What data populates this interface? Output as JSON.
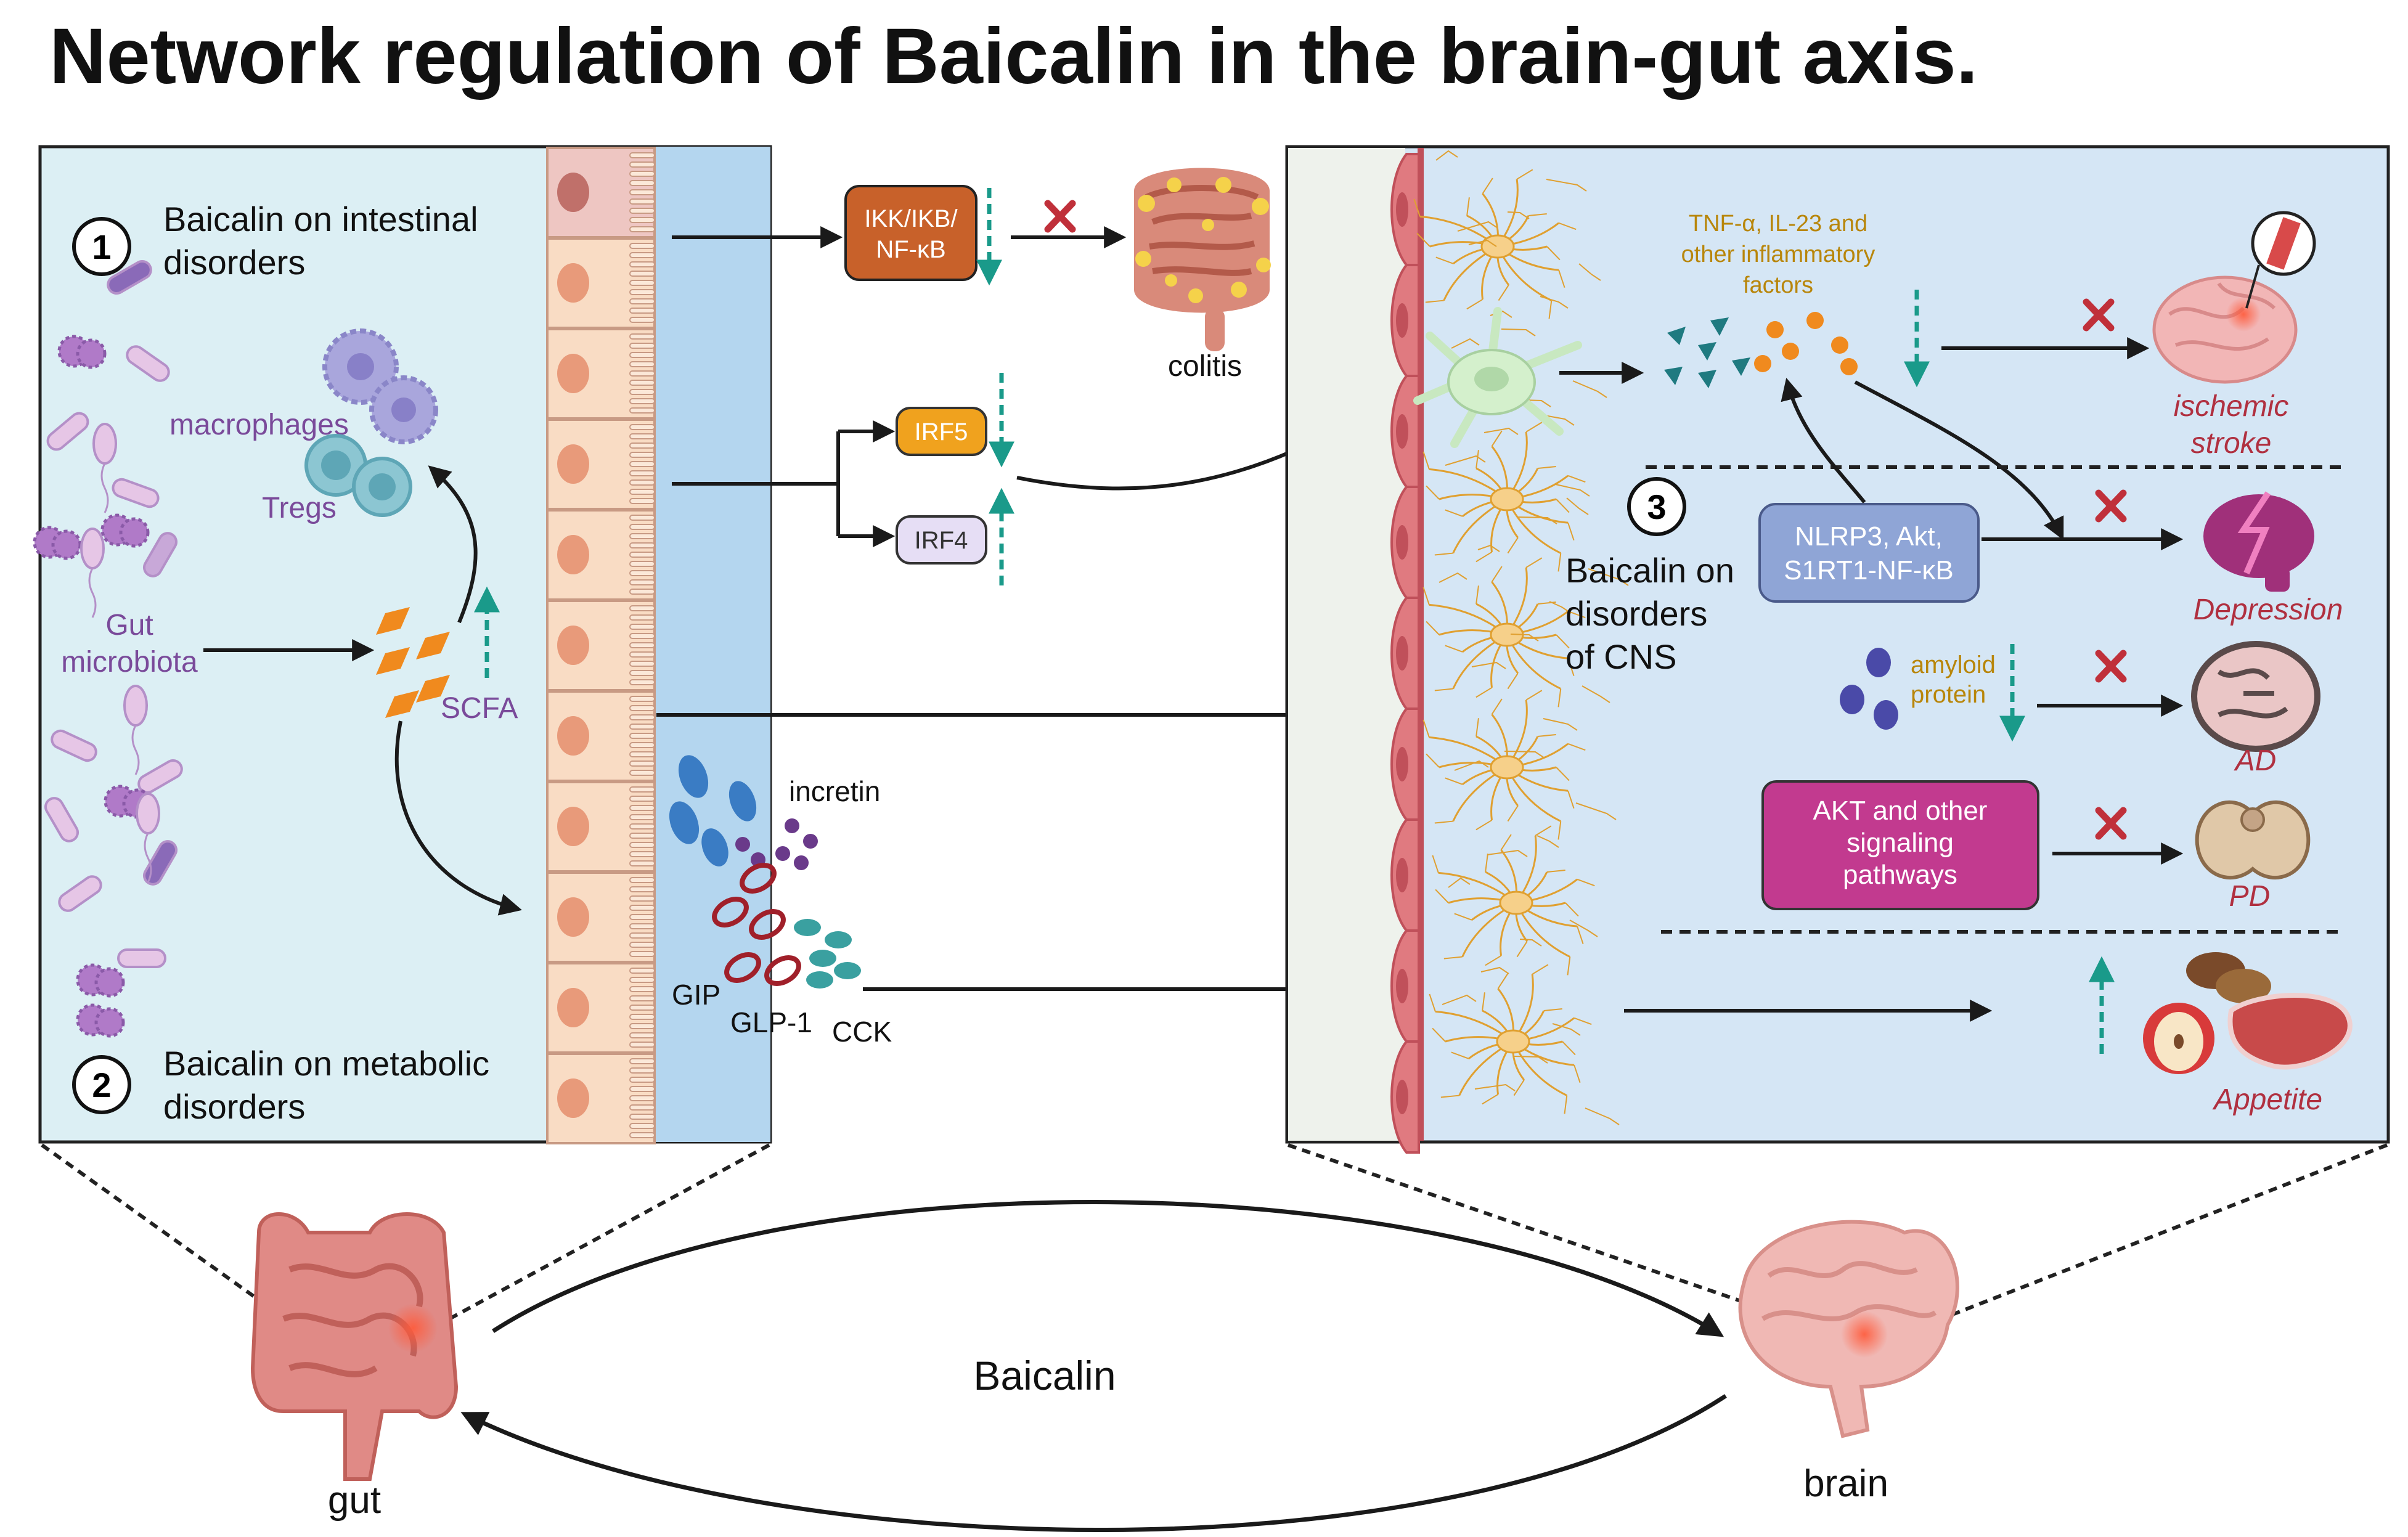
{
  "title": "Network regulation of Baicalin in the brain-gut axis.",
  "gut_panel": {
    "section1_number": "1",
    "section1_line1": "Baicalin on intestinal",
    "section1_line2": "disorders",
    "section2_number": "2",
    "section2_line1": "Baicalin on metabolic",
    "section2_line2": "disorders",
    "macrophages": "macrophages",
    "tregs": "Tregs",
    "gut_microbiota_line1": "Gut",
    "gut_microbiota_line2": "microbiota",
    "scfa": "SCFA",
    "incretin": "incretin",
    "gip": "GIP",
    "glp1": "GLP-1",
    "cck": "CCK"
  },
  "middle": {
    "ikk_line1": "IKK/IKB/",
    "ikk_line2": "NF-κB",
    "colitis": "colitis",
    "irf5": "IRF5",
    "irf4": "IRF4"
  },
  "brain_panel": {
    "section3_number": "3",
    "section3_line1": "Baicalin on",
    "section3_line2": "disorders",
    "section3_line3": "of CNS",
    "tnf_line1": "TNF-α, IL-23 and",
    "tnf_line2": "other inflammatory",
    "tnf_line3": "factors",
    "nlrp_line1": "NLRP3, Akt,",
    "nlrp_line2": "S1RT1-NF-κB",
    "amyloid_line1": "amyloid",
    "amyloid_line2": "protein",
    "akt_line1": "AKT and other",
    "akt_line2": "signaling",
    "akt_line3": "pathways",
    "ischemic_line1": "ischemic",
    "ischemic_line2": "stroke",
    "depression": "Depression",
    "ad": "AD",
    "pd": "PD",
    "appetite": "Appetite"
  },
  "bottom": {
    "baicalin": "Baicalin",
    "gut": "gut",
    "brain": "brain"
  },
  "colors": {
    "gut_panel_bg": "#dceff4",
    "brain_panel_bg": "#d5e6f5",
    "ikk_box": "#c8612a",
    "irf5_box": "#f0a21e",
    "irf4_box": "#e6def5",
    "nlrp_box": "#8fa5d6",
    "akt_box": "#c23a8f",
    "teal_arrow": "#1a9a8a",
    "red_cross": "#c0303a",
    "disease_label": "#b03040",
    "gold_text": "#b8860b",
    "purple_text": "#7a4a9a"
  }
}
